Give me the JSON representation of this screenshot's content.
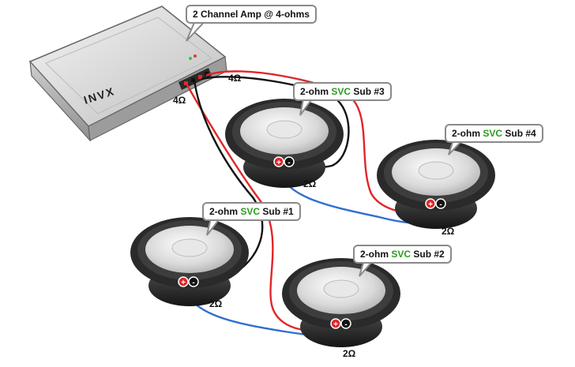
{
  "amp": {
    "callout": "2 Channel Amp @ 4-ohms",
    "brand": "INVX",
    "ch1_ohm": "4Ω",
    "ch2_ohm": "4Ω"
  },
  "subs": [
    {
      "prefix": "2-ohm ",
      "svc": "SVC",
      "suffix": " Sub #1",
      "ohm": "2Ω"
    },
    {
      "prefix": "2-ohm ",
      "svc": "SVC",
      "suffix": " Sub #2",
      "ohm": "2Ω"
    },
    {
      "prefix": "2-ohm ",
      "svc": "SVC",
      "suffix": " Sub #3",
      "ohm": "2Ω"
    },
    {
      "prefix": "2-ohm ",
      "svc": "SVC",
      "suffix": " Sub #4",
      "ohm": "2Ω"
    }
  ],
  "terminal": {
    "plus": "+",
    "minus": "-"
  },
  "colors": {
    "positive_wire": "#e0262a",
    "negative_wire": "#111111",
    "series_wire": "#2f6fcf",
    "svc_text": "#2a9d1e",
    "callout_border": "#8a8a8a"
  }
}
